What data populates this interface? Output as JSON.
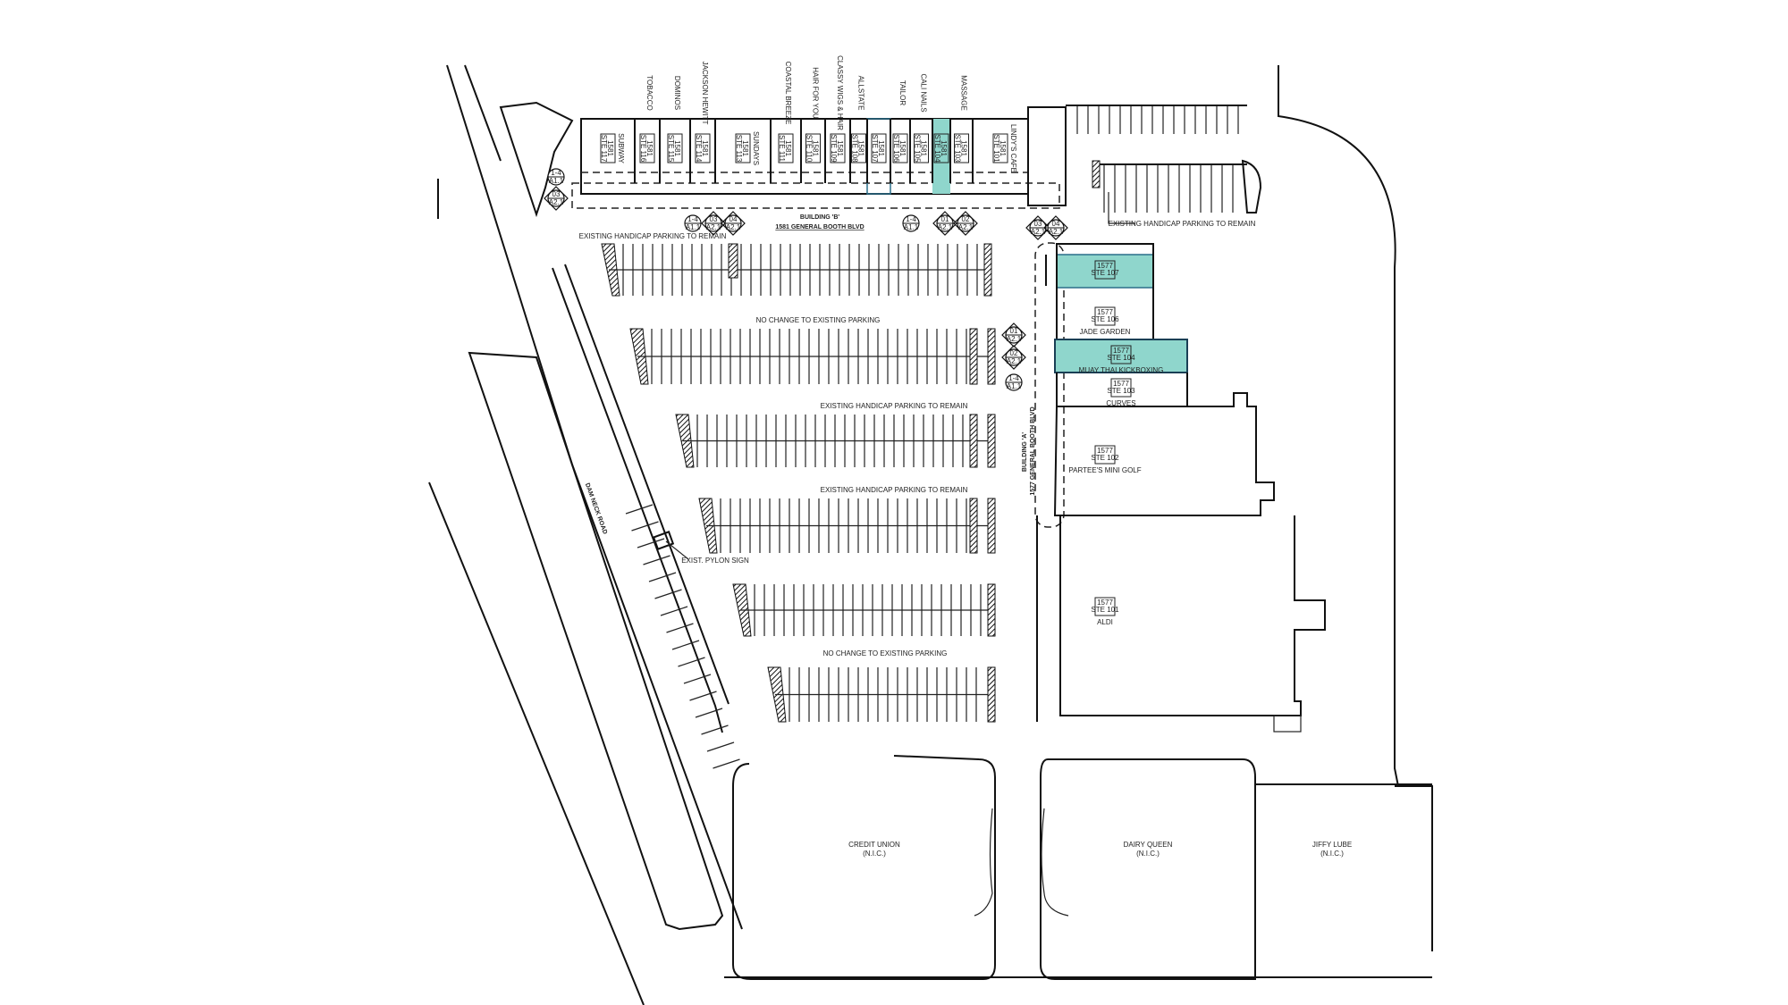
{
  "colors": {
    "highlight": "#8fd6cc",
    "highlight_border": "#2a6f8a",
    "line": "#111111"
  },
  "building_b": {
    "name": "BUILDING 'B'",
    "address": "1581 GENERAL BOOTH BLVD",
    "units": [
      {
        "num": "1581",
        "ste": "STE 117",
        "tenant": "SUBWAY",
        "label_pos": "inside"
      },
      {
        "num": "1581",
        "ste": "STE 116",
        "tenant": "TOBACCO"
      },
      {
        "num": "1581",
        "ste": "STE 115",
        "tenant": "DOMINOS"
      },
      {
        "num": "1581",
        "ste": "STE 114",
        "tenant": "JACKSON HEWITT"
      },
      {
        "num": "1581",
        "ste": "STE 113",
        "tenant": "SUNDAYS",
        "label_pos": "inside"
      },
      {
        "num": "1581",
        "ste": "STE 111",
        "tenant": "COASTAL BREEZE"
      },
      {
        "num": "1581",
        "ste": "STE 110",
        "tenant": "HAIR FOR YOU"
      },
      {
        "num": "1581",
        "ste": "STE 109",
        "tenant": "CLASSY WIGS & HAIR"
      },
      {
        "num": "1581",
        "ste": "STE 108",
        "tenant": "ALLSTATE"
      },
      {
        "num": "1581",
        "ste": "STE 107",
        "tenant": "",
        "status": "outlined"
      },
      {
        "num": "1581",
        "ste": "STE 106",
        "tenant": "TAILOR"
      },
      {
        "num": "1581",
        "ste": "STE 105",
        "tenant": "CALI NAILS"
      },
      {
        "num": "1581",
        "ste": "STE 104",
        "tenant": "",
        "status": "highlighted"
      },
      {
        "num": "1581",
        "ste": "STE 103",
        "tenant": "MASSAGE"
      },
      {
        "num": "1581",
        "ste": "STE 101",
        "tenant": "LINDY'S CAFE",
        "label_pos": "inside"
      }
    ]
  },
  "building_a": {
    "name": "BUILDING 'A'",
    "address": "1577 GENERAL BOOTH BLVD",
    "units": [
      {
        "num": "1577",
        "ste": "STE 107",
        "tenant": "",
        "status": "highlighted"
      },
      {
        "num": "1577",
        "ste": "STE 106",
        "tenant": "JADE GARDEN"
      },
      {
        "num": "1577",
        "ste": "STE 104",
        "tenant": "MUAY THAI KICKBOXING",
        "status": "highlighted"
      },
      {
        "num": "1577",
        "ste": "STE 103",
        "tenant": "CURVES"
      },
      {
        "num": "1577",
        "ste": "STE 102",
        "tenant": "PARTEE'S MINI GOLF"
      },
      {
        "num": "1577",
        "ste": "STE 101",
        "tenant": "ALDI"
      }
    ]
  },
  "pads": [
    {
      "name": "CREDIT UNION",
      "note": "(N.I.C.)"
    },
    {
      "name": "DAIRY QUEEN",
      "note": "(N.I.C.)"
    },
    {
      "name": "JIFFY LUBE",
      "note": "(N.I.C.)"
    }
  ],
  "notes": {
    "handicap": "EXISTING HANDICAP PARKING TO REMAIN",
    "no_change": "NO CHANGE TO EXISTING PARKING",
    "pylon": "EXIST. PYLON SIGN",
    "road": "DAM NECK ROAD"
  },
  "callouts": {
    "b_left": [
      "1-4",
      "A1.1",
      "03",
      "A2.1",
      "04",
      "A2.1"
    ],
    "b_right": [
      "1-4",
      "A1.1",
      "01",
      "A2.1",
      "02",
      "A2.1"
    ],
    "a_top": [
      "03",
      "A2.1",
      "04",
      "A2.1"
    ],
    "a_side": [
      "01",
      "A2.1",
      "02",
      "A2.1",
      "1-4",
      "A1.1"
    ]
  }
}
